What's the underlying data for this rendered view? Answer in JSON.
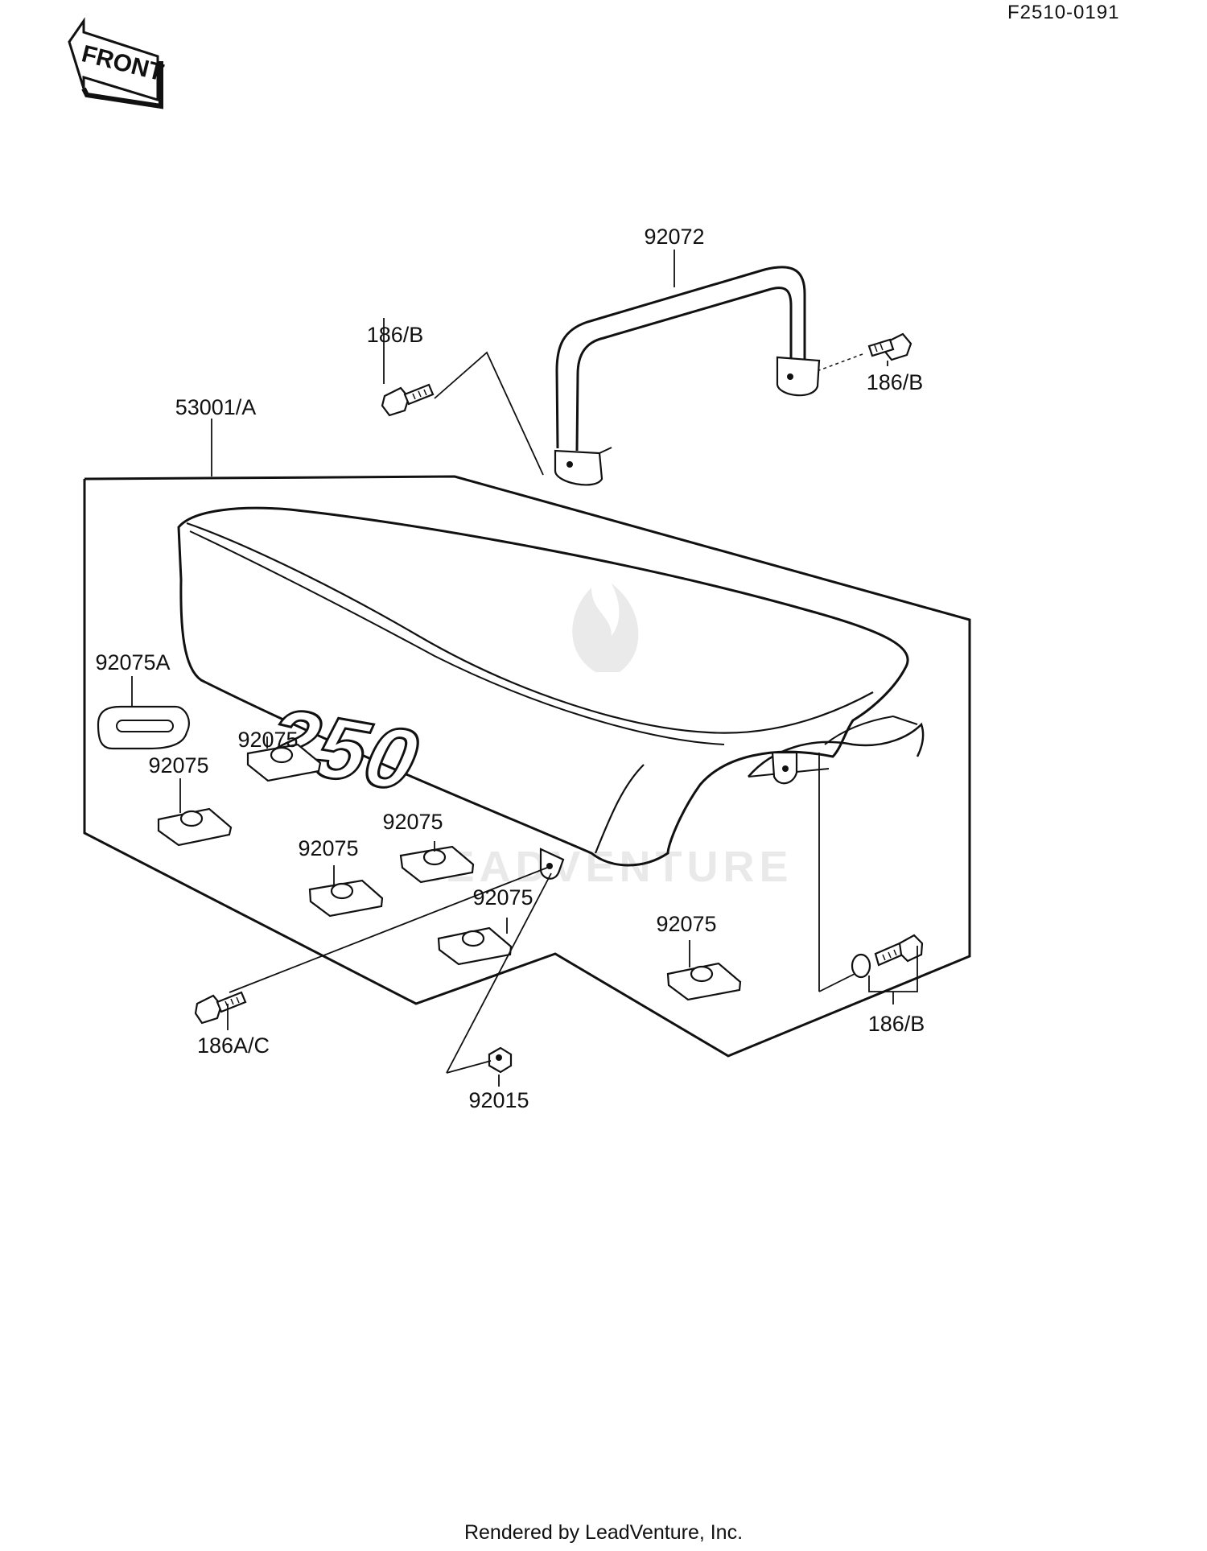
{
  "diagram": {
    "reference_code": "F2510-0191",
    "direction_label": "FRONT",
    "seat_emblem": "250",
    "watermark": "LEADVENTURE",
    "footer": "Rendered by LeadVenture, Inc.",
    "callouts": [
      {
        "id": "grab-rail-top",
        "label": "92072"
      },
      {
        "id": "bolt-left-top",
        "label": "186/B"
      },
      {
        "id": "bolt-right-top",
        "label": "186/B"
      },
      {
        "id": "seat-assembly",
        "label": "53001/A"
      },
      {
        "id": "damper-large",
        "label": "92075A"
      },
      {
        "id": "damper-1",
        "label": "92075"
      },
      {
        "id": "damper-2",
        "label": "92075"
      },
      {
        "id": "damper-3",
        "label": "92075"
      },
      {
        "id": "damper-4",
        "label": "92075"
      },
      {
        "id": "damper-5",
        "label": "92075"
      },
      {
        "id": "damper-6",
        "label": "92075"
      },
      {
        "id": "bolt-front",
        "label": "186A/C"
      },
      {
        "id": "bolt-rear-bottom",
        "label": "186/B"
      },
      {
        "id": "nut",
        "label": "92015"
      }
    ]
  }
}
